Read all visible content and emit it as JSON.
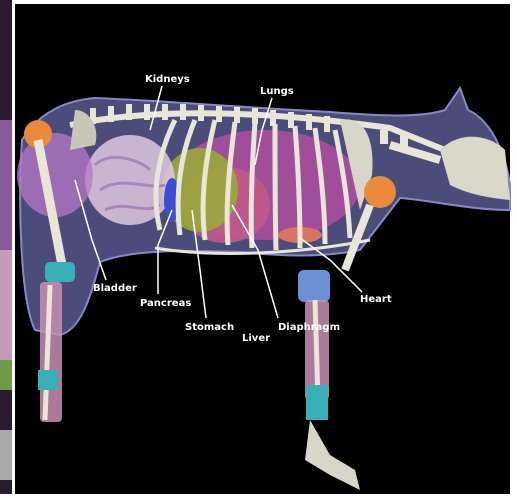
{
  "labels": {
    "kidneys": "Kidneys",
    "lungs": "Lungs",
    "bladder": "Bladder",
    "pancreas": "Pancreas",
    "stomach": "Stomach",
    "liver": "Liver",
    "diaphragm": "Diaphragm",
    "heart": "Heart"
  },
  "colors": {
    "background": "#000000",
    "frame": "#ffffff",
    "body_outline": "#6f6fae",
    "bone": "#e8e6d6",
    "lungs": "#b04fa0",
    "liver": "#c05a8a",
    "stomach": "#9aa83a",
    "intestine": "#e0c8e0",
    "pancreas": "#3d4fd0",
    "bladder": "#b778c6",
    "heart": "#d87560",
    "joint_teal": "#38b0b5",
    "joint_blue": "#6d8fd5",
    "joint_orange": "#e98a3c",
    "leg_pink": "#c98fb5",
    "leader_line": "#ffffff"
  }
}
